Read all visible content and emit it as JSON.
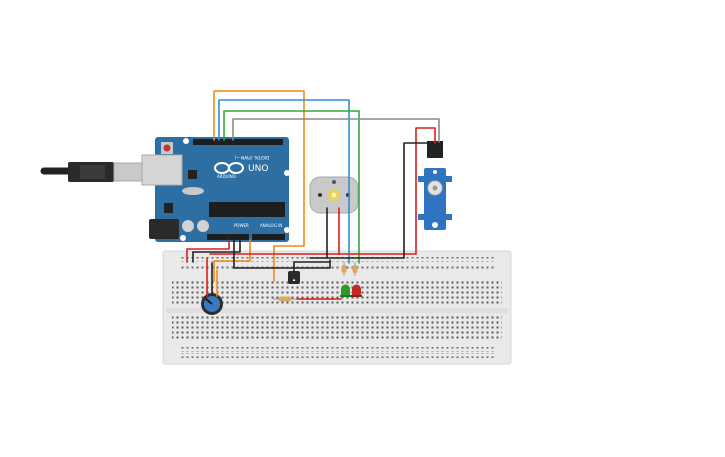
{
  "canvas": {
    "background": "#ffffff"
  },
  "arduino": {
    "brand": "UNO",
    "sub": "ARDUINO",
    "digital_header": "DIGITAL (PWM ~)",
    "power_label": "POWER",
    "analog_label": "ANALOG IN",
    "board_color": "#2d6fa3",
    "icon": "arduino-infinity-logo"
  },
  "usb_cable": {
    "icon": "usb-plug"
  },
  "breadboard": {
    "color": "#e9e9e9"
  },
  "components": {
    "motor": {
      "icon": "dc-motor"
    },
    "servo": {
      "icon": "servo-motor",
      "color": "#2e74c0"
    },
    "potentiometer": {
      "icon": "potentiometer-knob"
    },
    "transistor": {
      "icon": "transistor"
    },
    "resistor": {
      "icon": "resistor"
    },
    "led_green": {
      "icon": "led",
      "color": "#2b9a2b"
    },
    "led_red": {
      "icon": "led",
      "color": "#c22a2a"
    }
  },
  "wire_colors": {
    "orange": "#ef8a16",
    "blue": "#2e8fd1",
    "green": "#2fa93a",
    "gray": "#8a8a8a",
    "red": "#d72020",
    "black": "#222222"
  }
}
